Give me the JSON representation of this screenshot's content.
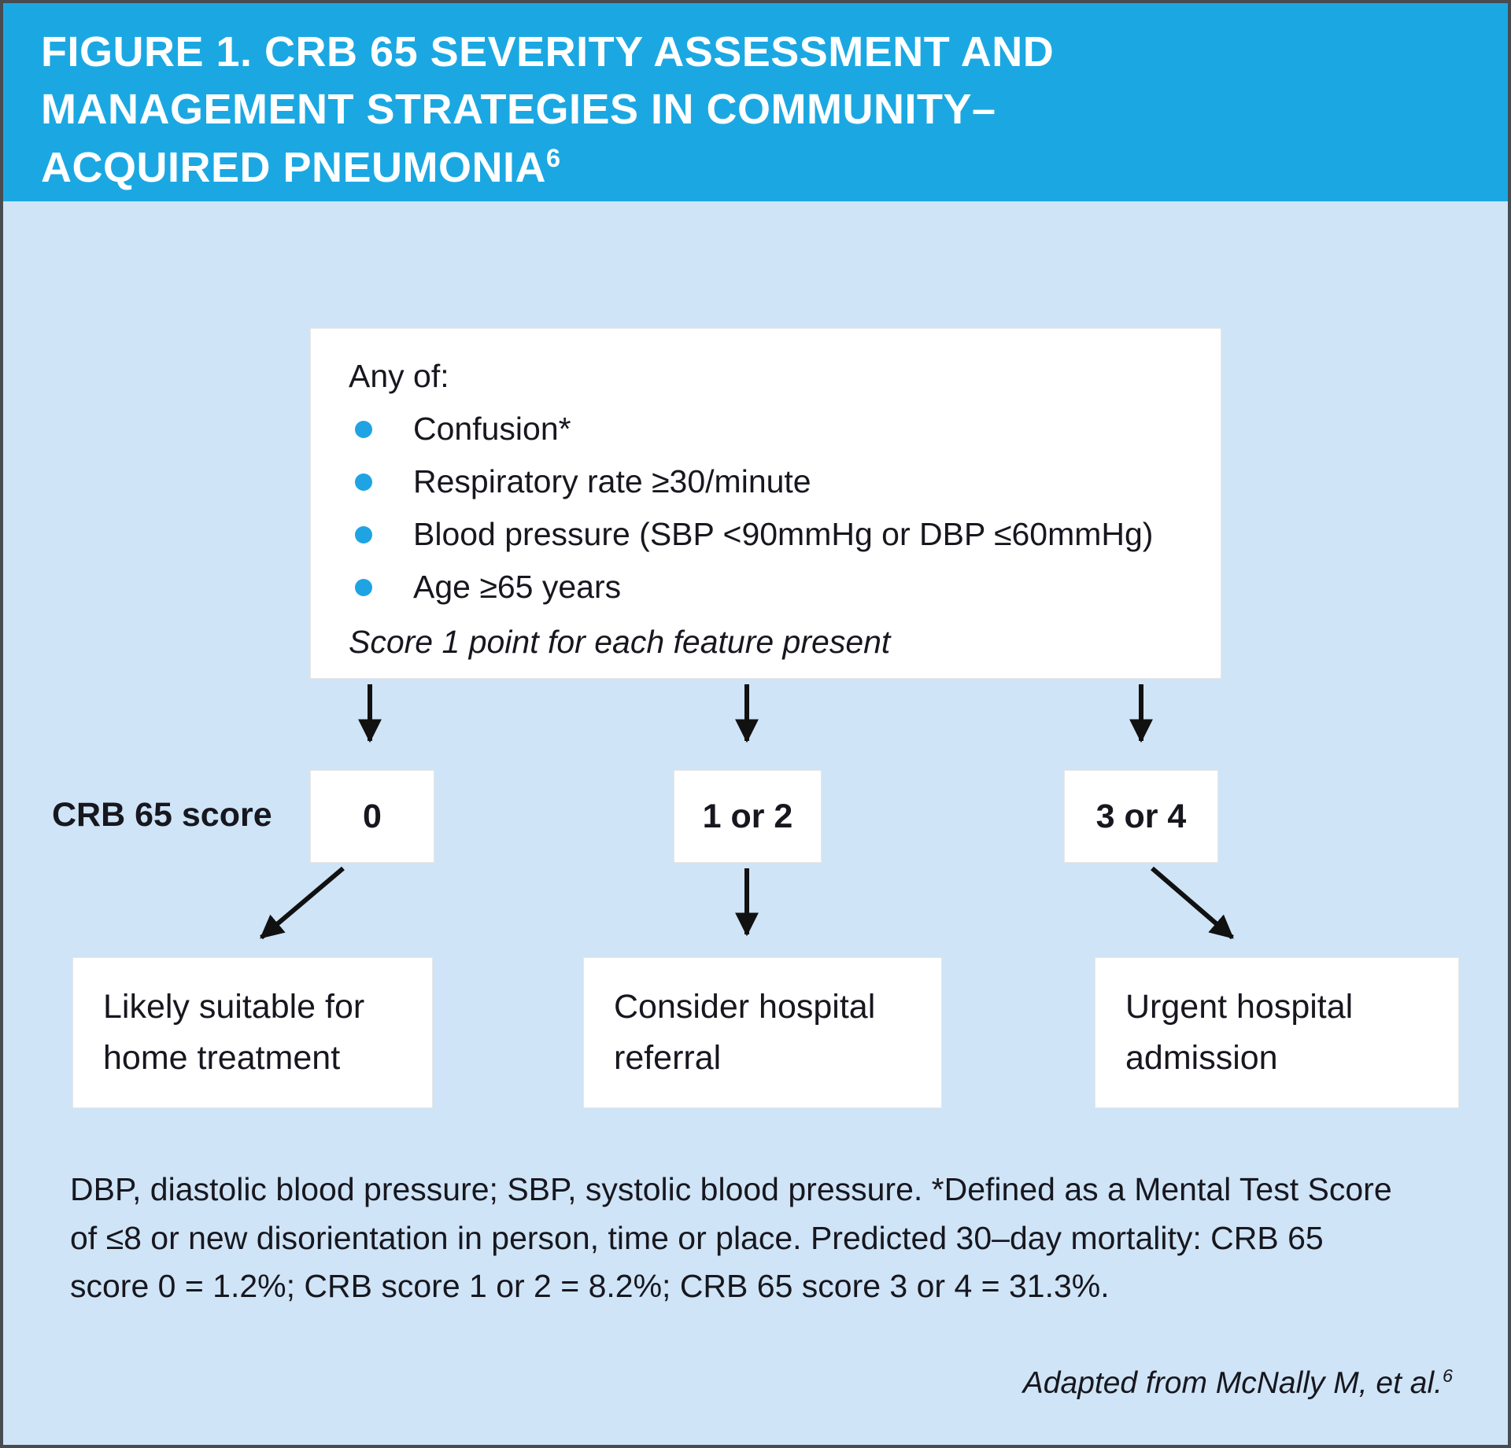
{
  "colors": {
    "header_bg": "#1BA8E2",
    "body_bg": "#CFE4F6",
    "bullet": "#1FA3E3",
    "ink": "#17171f"
  },
  "header": {
    "title": "FIGURE 1. CRB 65 SEVERITY ASSESSMENT AND MANAGEMENT STRATEGIES IN COMMUNITY–ACQUIRED PNEUMONIA",
    "title_sup": "6"
  },
  "criteria": {
    "heading": "Any of:",
    "items": [
      "Confusion*",
      "Respiratory rate ≥30/minute",
      "Blood pressure (SBP <90mmHg or DBP ≤60mmHg)",
      "Age ≥65 years"
    ],
    "note": "Score 1 point for each feature present"
  },
  "score_row": {
    "label": "CRB 65 score",
    "scores": [
      "0",
      "1 or 2",
      "3 or 4"
    ]
  },
  "outcomes": [
    "Likely suitable for home treatment",
    "Consider hospital referral",
    "Urgent hospital admission"
  ],
  "footnote": "DBP, diastolic blood pressure; SBP, systolic blood pressure. *Defined as a Mental Test Score of ≤8 or new disorientation in person, time or place. Predicted 30–day mortality: CRB 65 score 0 = 1.2%; CRB score 1 or 2 = 8.2%; CRB 65 score 3 or 4 = 31.3%.",
  "attribution": {
    "text": "Adapted from McNally M, et al.",
    "sup": "6"
  }
}
